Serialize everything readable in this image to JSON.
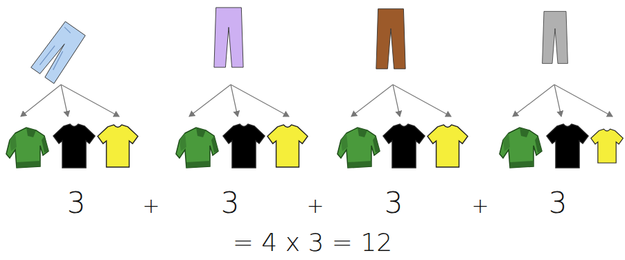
{
  "diagram": {
    "labels": [
      "3",
      "+",
      "3",
      "+",
      "3",
      "+",
      "3",
      "= 4 x 3 = 12"
    ]
  }
}
